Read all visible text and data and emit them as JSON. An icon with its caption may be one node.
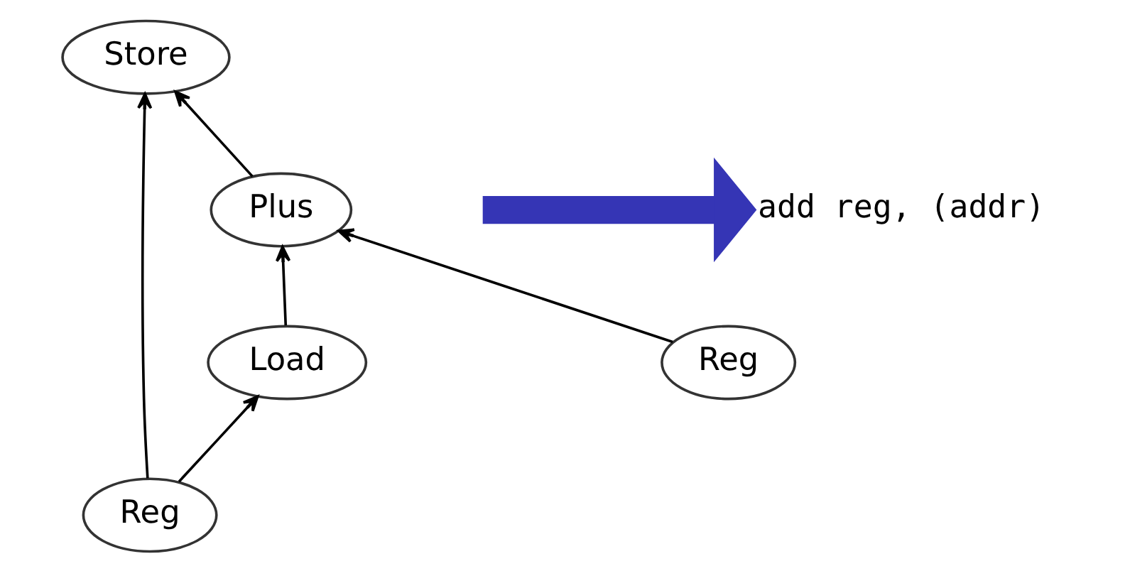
{
  "diagram": {
    "nodes": [
      {
        "text": [
          "Store"
        ]
      },
      {
        "text": [
          "Plus"
        ]
      },
      {
        "text": [
          "Load"
        ]
      },
      {
        "text": [
          "Reg"
        ]
      },
      {
        "text": [
          "Reg"
        ]
      },
      {
        "text": [
          "add reg, (addr)"
        ]
      }
    ],
    "edges": [
      {
        "from": 1,
        "to": 0,
        "arrow": "to"
      },
      {
        "from": 2,
        "to": 1,
        "arrow": "to"
      },
      {
        "from": 3,
        "to": 1,
        "arrow": "to"
      },
      {
        "from": 4,
        "to": 2,
        "arrow": "to"
      },
      {
        "from": 4,
        "to": 0,
        "arrow": "to"
      },
      {
        "from": null,
        "to": 5,
        "arrow": "to",
        "style": "thick",
        "color": "#3535b5"
      }
    ]
  }
}
